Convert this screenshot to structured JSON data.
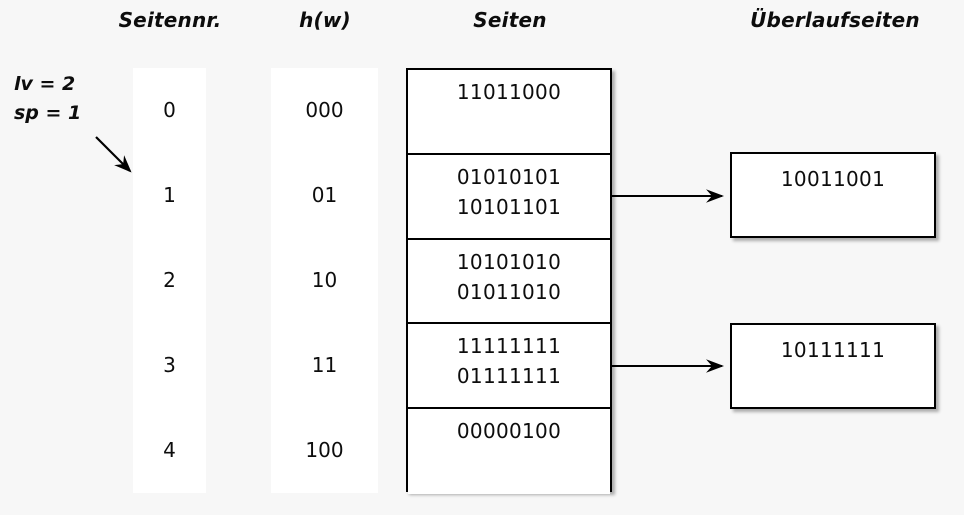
{
  "headers": {
    "seitennr": "Seitennr.",
    "hw": "h(w)",
    "seiten": "Seiten",
    "ueberlaufseiten": "Überlaufseiten"
  },
  "params": {
    "lv": "lv = 2",
    "sp": "sp = 1"
  },
  "colors": {
    "background": "#f7f7f7",
    "box_fill": "#ffffff",
    "border": "#000000",
    "text": "#0d0d0d"
  },
  "rows": [
    {
      "seitennr": "0",
      "hw": "000",
      "seiten_lines": [
        "11011000"
      ],
      "overflow_lines": [],
      "has_overflow": false
    },
    {
      "seitennr": "1",
      "hw": "01",
      "seiten_lines": [
        "01010101",
        "10101101"
      ],
      "overflow_lines": [
        "10011001"
      ],
      "has_overflow": true
    },
    {
      "seitennr": "2",
      "hw": "10",
      "seiten_lines": [
        "10101010",
        "01011010"
      ],
      "overflow_lines": [],
      "has_overflow": false
    },
    {
      "seitennr": "3",
      "hw": "11",
      "seiten_lines": [
        "11111111",
        "01111111"
      ],
      "overflow_lines": [
        "10111111"
      ],
      "has_overflow": true
    },
    {
      "seitennr": "4",
      "hw": "100",
      "seiten_lines": [
        "00000100"
      ],
      "overflow_lines": [],
      "has_overflow": false
    }
  ],
  "overflow_pages": [
    {
      "lines": [
        "10011001"
      ]
    },
    {
      "lines": [
        "10111111"
      ]
    }
  ]
}
